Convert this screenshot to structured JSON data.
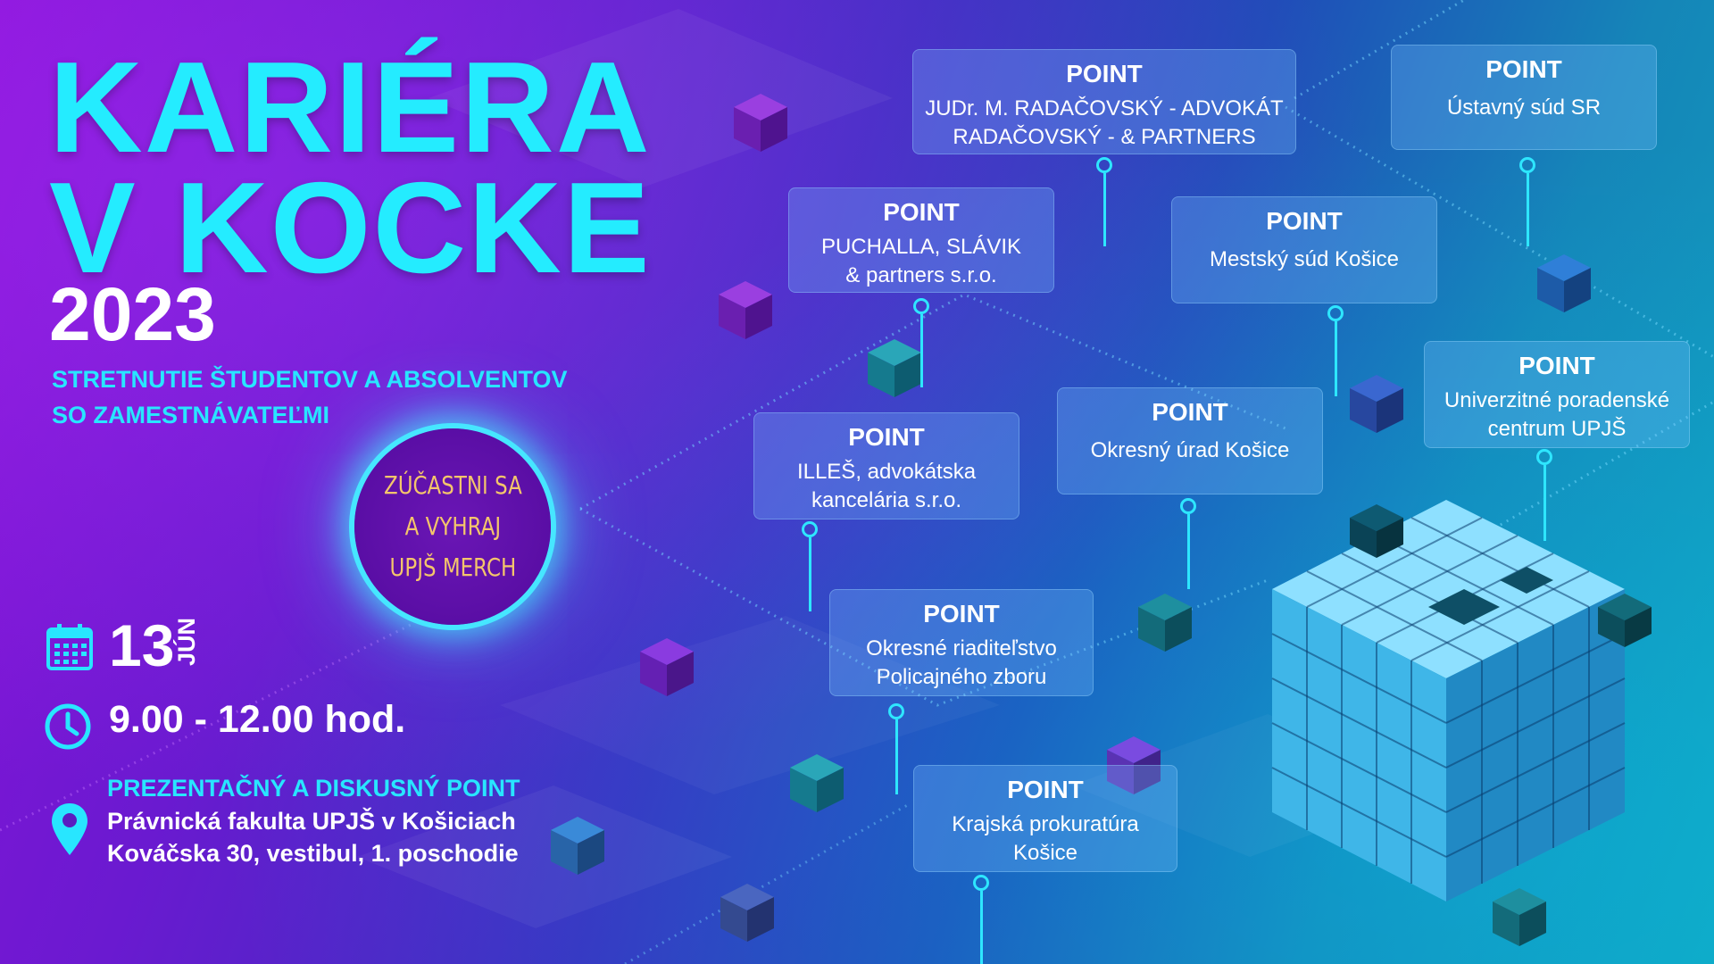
{
  "header": {
    "title_line1": "KARIÉRA",
    "title_line2": "V KOCKE",
    "year": "2023",
    "subtitle_line1": "STRETNUTIE ŠTUDENTOV A ABSOLVENTOV",
    "subtitle_line2": "SO ZAMESTNÁVATEĽMI"
  },
  "promo": {
    "text": "ZÚČASTNI SA\nA VYHRAJ\nUPJŠ MERCH"
  },
  "event": {
    "day": "13",
    "month": "JÚN",
    "time": "9.00 - 12.00 hod.",
    "venue_heading": "PREZENTAČNÝ A DISKUSNÝ POINT",
    "venue_line1": "Právnická fakulta UPJŠ v Košiciach",
    "venue_line2": "Kováčska 30, vestibul, 1. poschodie"
  },
  "points": [
    {
      "heading": "POINT",
      "name": "JUDr. M. RADAČOVSKÝ - ADVOKÁT\nRADAČOVSKÝ - & PARTNERS"
    },
    {
      "heading": "POINT",
      "name": "Ústavný súd SR"
    },
    {
      "heading": "POINT",
      "name": "PUCHALLA, SLÁVIK\n& partners s.r.o."
    },
    {
      "heading": "POINT",
      "name": "Mestský súd Košice"
    },
    {
      "heading": "POINT",
      "name": "Univerzitné poradenské\ncentrum UPJŠ"
    },
    {
      "heading": "POINT",
      "name": "ILLEŠ, advokátska\nkancelária s.r.o."
    },
    {
      "heading": "POINT",
      "name": "Okresný úrad Košice"
    },
    {
      "heading": "POINT",
      "name": "Okresné riaditeľstvo\nPolicajného zboru"
    },
    {
      "heading": "POINT",
      "name": "Krajská prokuratúra\nKošice"
    }
  ],
  "colors": {
    "accent": "#24ecff",
    "promo_text": "#f4c56b",
    "card_text": "#ffffff"
  },
  "icons": [
    "calendar-icon",
    "clock-icon",
    "location-pin-icon"
  ]
}
